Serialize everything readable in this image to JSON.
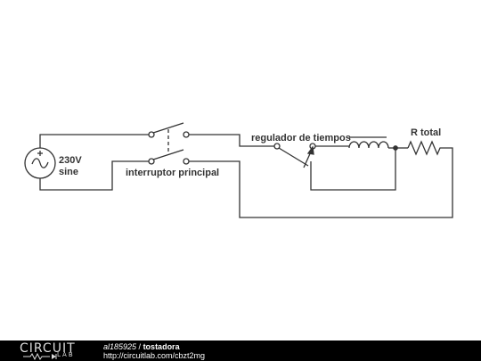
{
  "circuit": {
    "source_label_voltage": "230V",
    "source_label_type": "sine",
    "main_switch_label": "interruptor principal",
    "timer_label": "regulador de tiempos",
    "resistor_label": "R total"
  },
  "footer": {
    "logo_word": "CIRCUIT",
    "logo_sub": "LAB",
    "author": "al185925",
    "separator": " / ",
    "title": "tostadora",
    "url": "http://circuitlab.com/cbzt2mg"
  },
  "colors": {
    "wire": "#333333",
    "footer_bg": "#000000",
    "footer_text": "#ffffff",
    "logo_text": "#dcdcdc"
  }
}
